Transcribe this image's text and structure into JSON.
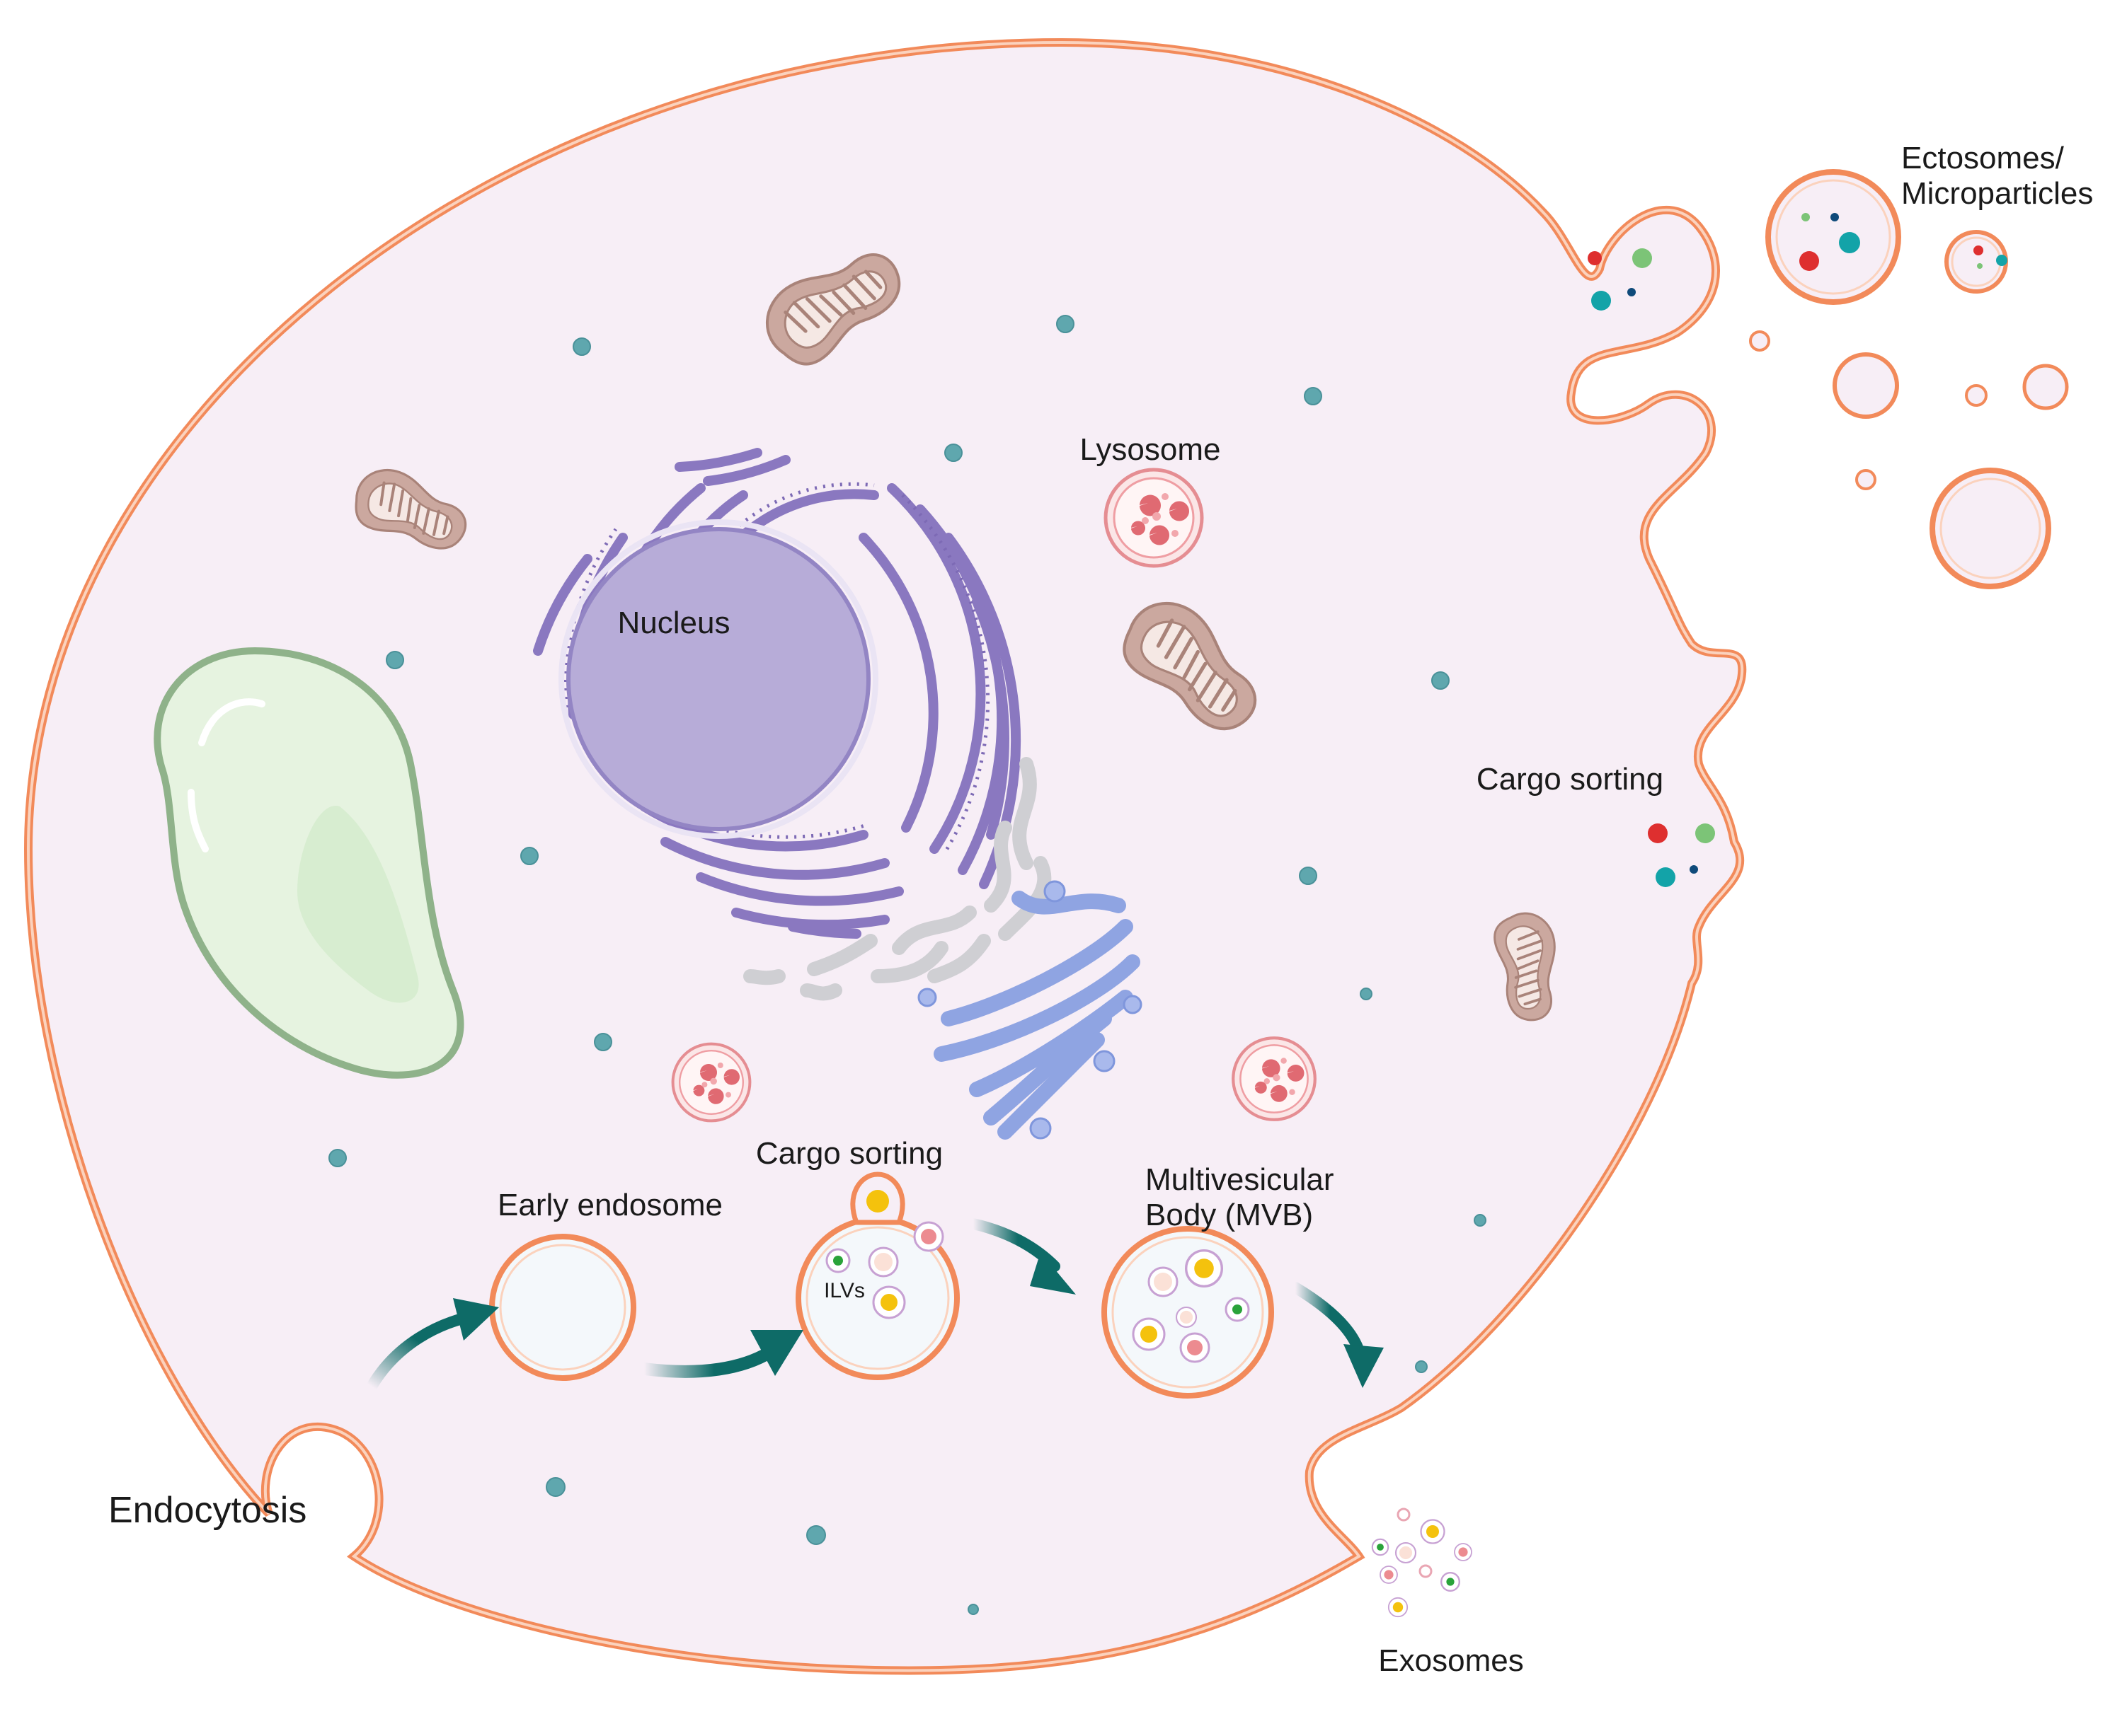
{
  "labels": {
    "nucleus": "Nucleus",
    "lysosome": "Lysosome",
    "cargo_sorting_membrane": "Cargo sorting",
    "ectosomes_line1": "Ectosomes/",
    "ectosomes_line2": "Microparticles",
    "early_endosome": "Early endosome",
    "cargo_sorting_endosome": "Cargo sorting",
    "ilvs": "ILVs",
    "mvb_line1": "Multivesicular",
    "mvb_line2": "Body (MVB)",
    "endocytosis": "Endocytosis",
    "exosomes": "Exosomes"
  },
  "colors": {
    "membrane": "#f28a5a",
    "cytoplasm": "#f7eef6",
    "nucleus": "#b7acd8",
    "er": "#8a78c0",
    "golgi": "#8fa4e2",
    "smooth_er": "#cfcfd3",
    "mitochondria": "#c9a79e",
    "vacuole": "#a8c79e",
    "lysosome": "#e58d92",
    "arrow": "#0e6b67",
    "cargo_red": "#de2f2f",
    "cargo_green": "#7cc477",
    "cargo_teal": "#13a3a8",
    "cargo_navy": "#0f4a7a",
    "cargo_yellow": "#f4c20d"
  },
  "icons": [
    "mitochondria-icon",
    "lysosome-icon",
    "vesicle-icon",
    "arrow-icon",
    "golgi-icon",
    "endoplasmic-reticulum-icon",
    "vacuole-icon"
  ]
}
